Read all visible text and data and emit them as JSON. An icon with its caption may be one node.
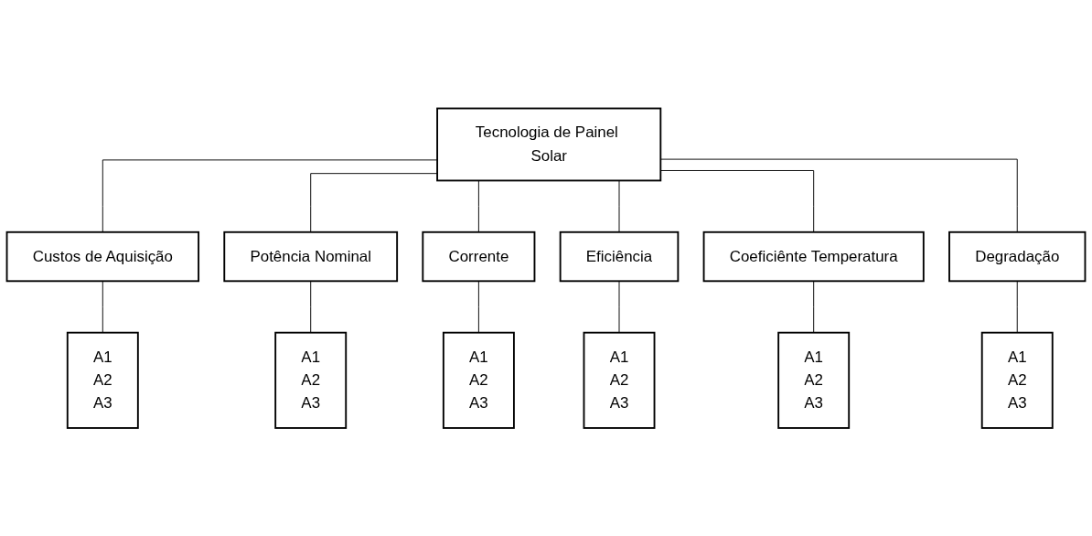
{
  "diagram": {
    "nodes": [
      {
        "text": [
          "Tecnologia de Painel Solar"
        ]
      },
      {
        "text": [
          "Custos de Aquisição"
        ]
      },
      {
        "text": [
          "Potência Nominal"
        ]
      },
      {
        "text": [
          "Corrente"
        ]
      },
      {
        "text": [
          "Eficiência"
        ]
      },
      {
        "text": [
          "Coeficiênte Temperatura"
        ]
      },
      {
        "text": [
          "Degradação"
        ]
      },
      {
        "text": [
          "A1",
          "A2",
          "A3"
        ]
      },
      {
        "text": [
          "A1",
          "A2",
          "A3"
        ]
      },
      {
        "text": [
          "A1",
          "A2",
          "A3"
        ]
      },
      {
        "text": [
          "A1",
          "A2",
          "A3"
        ]
      },
      {
        "text": [
          "A1",
          "A2",
          "A3"
        ]
      },
      {
        "text": [
          "A1",
          "A2",
          "A3"
        ]
      }
    ],
    "edges": [
      {
        "from": 0,
        "to": 1,
        "arrow": "none"
      },
      {
        "from": 0,
        "to": 2,
        "arrow": "none"
      },
      {
        "from": 0,
        "to": 3,
        "arrow": "none"
      },
      {
        "from": 0,
        "to": 4,
        "arrow": "none"
      },
      {
        "from": 0,
        "to": 5,
        "arrow": "none"
      },
      {
        "from": 0,
        "to": 6,
        "arrow": "none"
      },
      {
        "from": 1,
        "to": 7,
        "arrow": "none"
      },
      {
        "from": 2,
        "to": 8,
        "arrow": "none"
      },
      {
        "from": 3,
        "to": 9,
        "arrow": "none"
      },
      {
        "from": 4,
        "to": 10,
        "arrow": "none"
      },
      {
        "from": 5,
        "to": 11,
        "arrow": "none"
      },
      {
        "from": 6,
        "to": 12,
        "arrow": "none"
      }
    ]
  }
}
